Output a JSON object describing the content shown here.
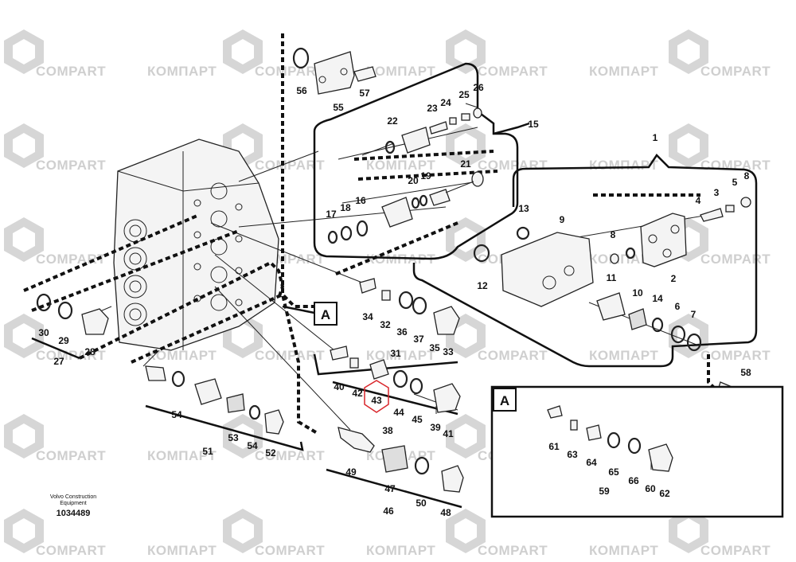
{
  "watermark": {
    "latin": "COMPART",
    "cyrillic": "КОМПАРТ"
  },
  "detail_marker": "A",
  "publisher_lines": [
    "Volvo Construction",
    "Equipment"
  ],
  "document_number": "1034489",
  "callouts": {
    "c1": "1",
    "c2": "2",
    "c3": "3",
    "c4": "4",
    "c5": "5",
    "c6": "6",
    "c7": "7",
    "c8": "8",
    "c8b": "8",
    "c9": "9",
    "c10": "10",
    "c11": "11",
    "c12": "12",
    "c13": "13",
    "c14": "14",
    "c15": "15",
    "c16": "16",
    "c17": "17",
    "c18": "18",
    "c19": "19",
    "c20": "20",
    "c21": "21",
    "c22": "22",
    "c23": "23",
    "c24": "24",
    "c25": "25",
    "c26": "26",
    "c27": "27",
    "c28": "28",
    "c29": "29",
    "c30": "30",
    "c31": "31",
    "c32": "32",
    "c33": "33",
    "c34": "34",
    "c35": "35",
    "c36": "36",
    "c37": "37",
    "c38": "38",
    "c39": "39",
    "c40": "40",
    "c41": "41",
    "c42": "42",
    "c43": "43",
    "c44": "44",
    "c45": "45",
    "c46": "46",
    "c47": "47",
    "c48": "48",
    "c49": "49",
    "c50": "50",
    "c51": "51",
    "c52": "52",
    "c53": "53",
    "c54": "54",
    "c54b": "54",
    "c55": "55",
    "c56": "56",
    "c57": "57",
    "c58": "58",
    "c59": "59",
    "c60": "60",
    "c61": "61",
    "c62": "62",
    "c63": "63",
    "c64": "64",
    "c65": "65",
    "c66": "66"
  },
  "highlight_color": "#d9252a"
}
